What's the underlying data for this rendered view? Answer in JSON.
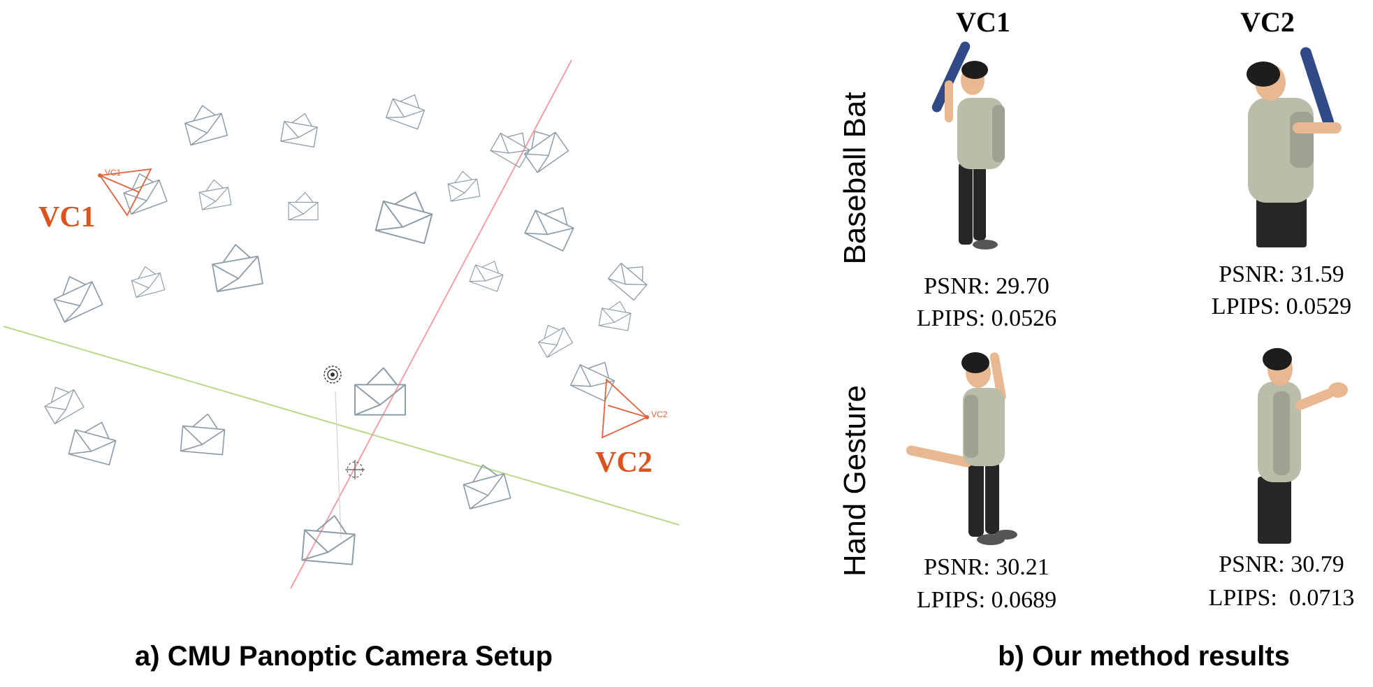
{
  "left_panel": {
    "caption": "a) CMU Panoptic Camera Setup",
    "vc1_big": "VC1",
    "vc2_big": "VC2",
    "vc1_small": "VC1",
    "vc2_small": "VC2",
    "colors": {
      "virtual_camera": "#d9541e",
      "camera_wire": "#8a9aa6",
      "axis_red": "#f2a0a8",
      "axis_green": "#b9d98a"
    }
  },
  "right_panel": {
    "caption": "b) Our method results",
    "columns": [
      "VC1",
      "VC2"
    ],
    "rows": [
      {
        "label": "Baseball Bat",
        "cells": [
          {
            "psnr": "PSNR: 29.70",
            "lpips": "LPIPS: 0.0526"
          },
          {
            "psnr": "PSNR: 31.59",
            "lpips": "LPIPS: 0.0529"
          }
        ]
      },
      {
        "label": "Hand Gesture",
        "cells": [
          {
            "psnr": "PSNR: 30.21",
            "lpips": "LPIPS: 0.0689"
          },
          {
            "psnr": "PSNR: 30.79",
            "lpips": "LPIPS:  0.0713"
          }
        ]
      }
    ]
  }
}
